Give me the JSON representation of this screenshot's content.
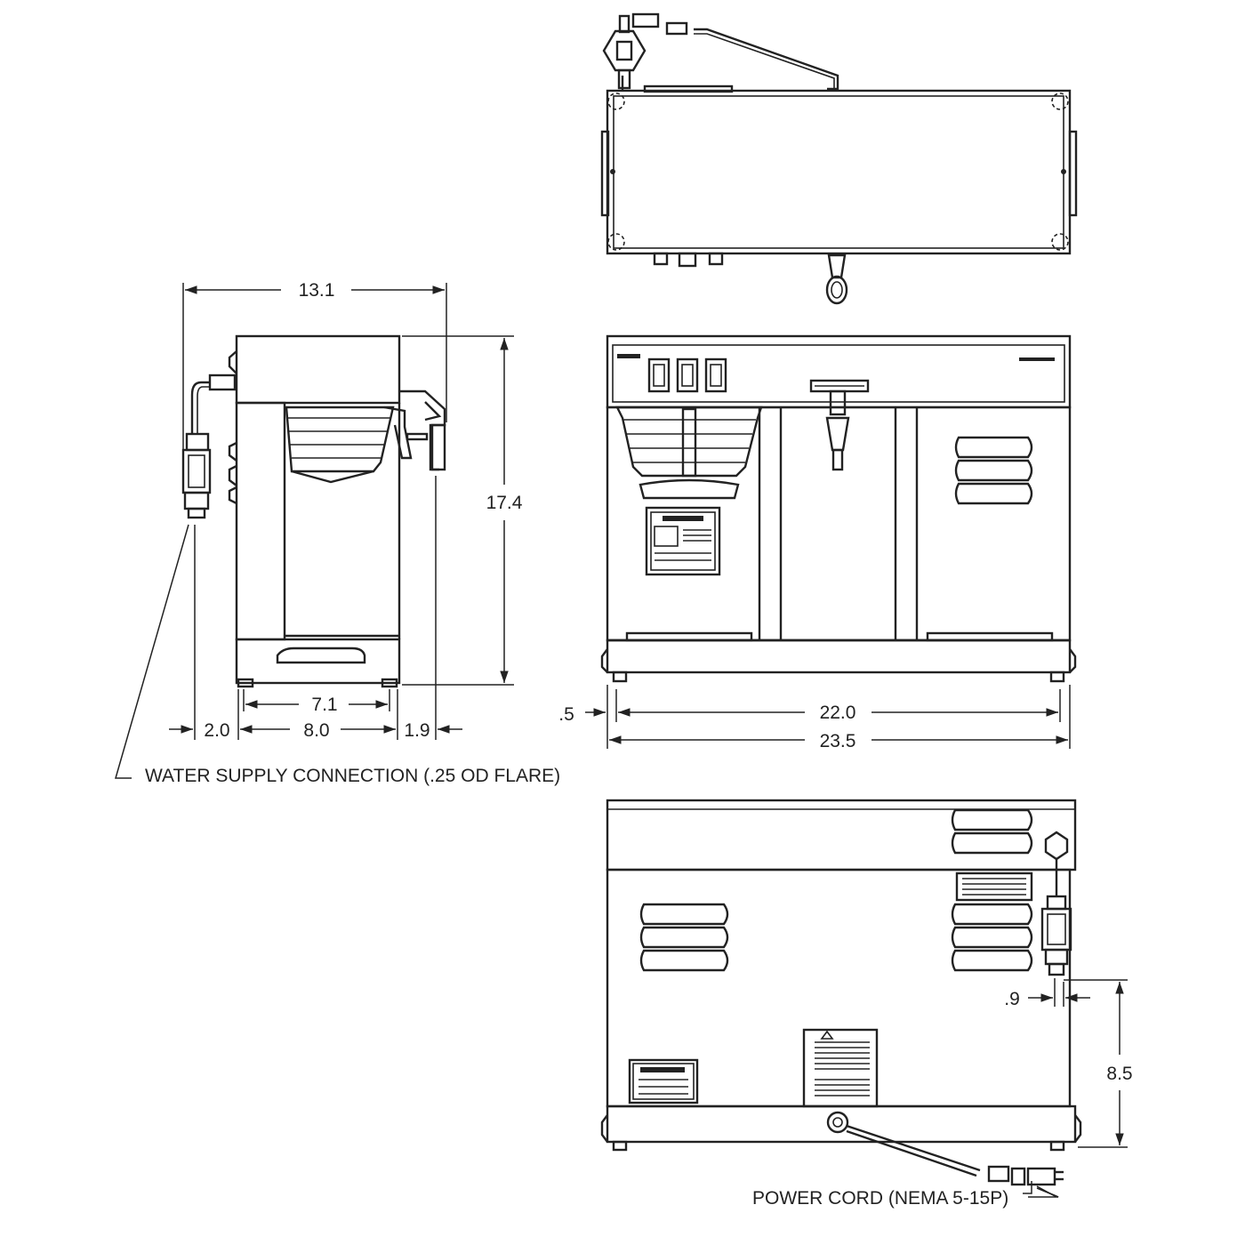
{
  "dimensions": {
    "side_width": "13.1",
    "height": "17.4",
    "front_inner": "7.1",
    "left_offset": "2.0",
    "base_depth": "8.0",
    "faucet_offset": "1.9",
    "foot_offset": ".5",
    "inner_width": "22.0",
    "overall_width": "23.5",
    "fitting_offset": ".9",
    "fitting_height": "8.5"
  },
  "callouts": {
    "water_supply": "WATER SUPPLY CONNECTION (.25 OD FLARE)",
    "power_cord": "POWER CORD (NEMA 5-15P)"
  }
}
